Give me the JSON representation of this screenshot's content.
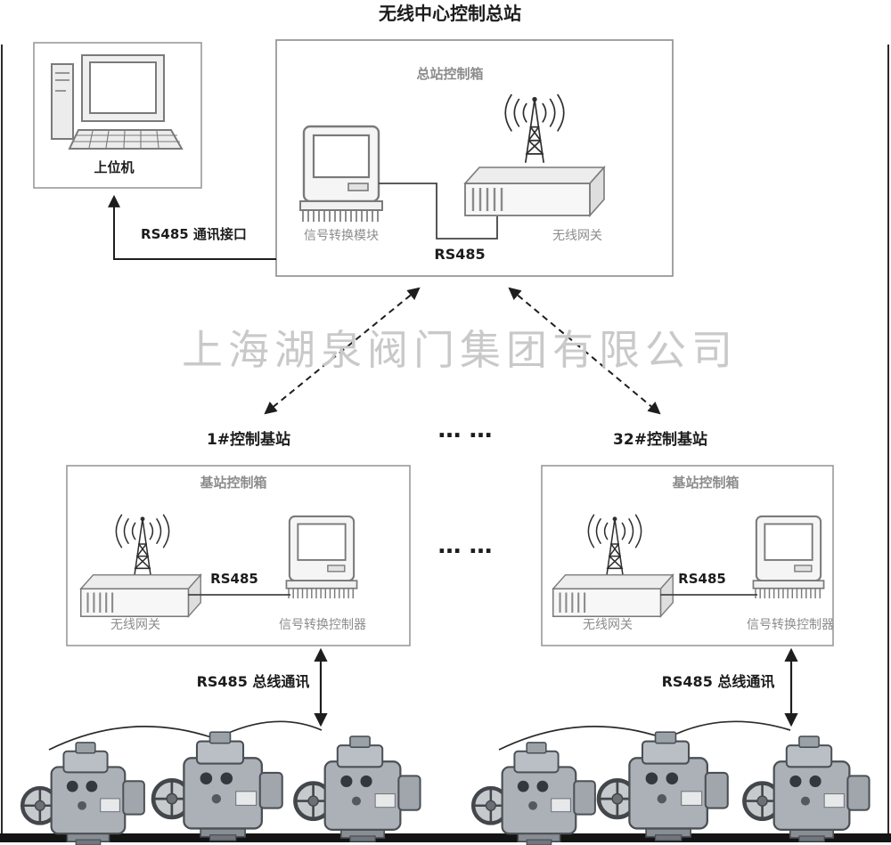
{
  "title": "无线中心控制总站",
  "watermark": "上海湖泉阀门集团有限公司",
  "host": {
    "label": "上位机",
    "link_label": "RS485 通讯接口"
  },
  "master": {
    "box_label": "总站控制箱",
    "signal_module_label": "信号转换模块",
    "gateway_label": "无线网关",
    "rs485_label": "RS485"
  },
  "ellipsis": {
    "top": "… …",
    "middle": "… …"
  },
  "stations": [
    {
      "title": "1#控制基站",
      "box_label": "基站控制箱",
      "gateway_label": "无线网关",
      "rs485_label": "RS485",
      "controller_label": "信号转换控制器",
      "bus_label": "RS485 总线通讯"
    },
    {
      "title": "32#控制基站",
      "box_label": "基站控制箱",
      "gateway_label": "无线网关",
      "rs485_label": "RS485",
      "controller_label": "信号转换控制器",
      "bus_label": "RS485 总线通讯"
    }
  ],
  "colors": {
    "ink": "#1c1c1c",
    "muted": "#8c8c8c",
    "watermark": "#c9c9c9",
    "border": "#999999"
  }
}
